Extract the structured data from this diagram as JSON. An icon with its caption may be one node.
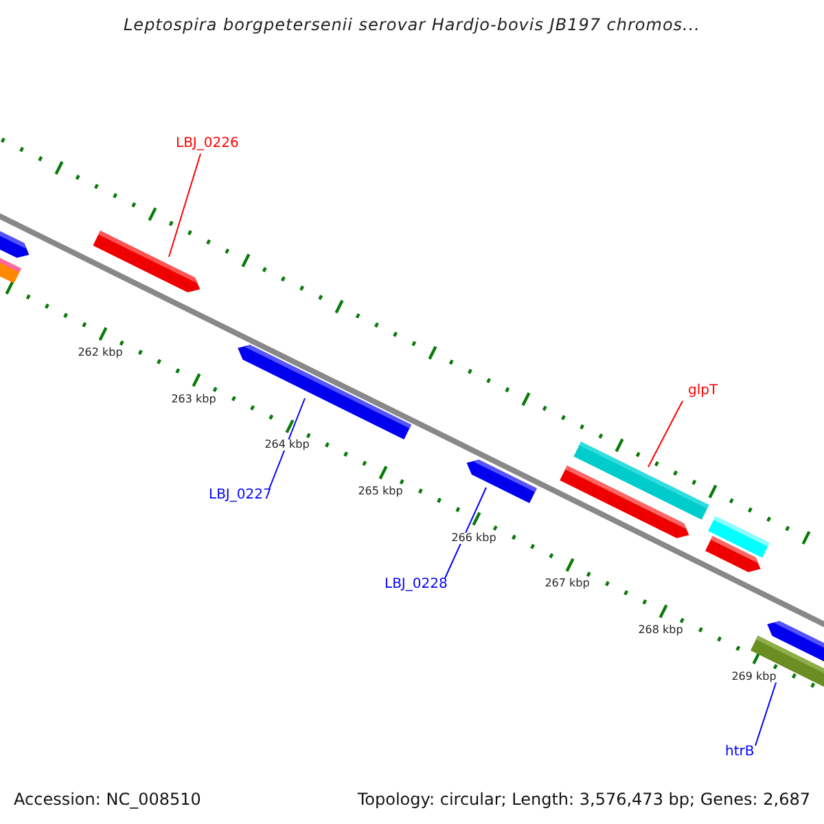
{
  "diagram": {
    "title": "Leptospira borgpetersenii serovar Hardjo-bovis JB197 chromos...",
    "nodes": [
      {
        "text": [
          "LBJ_0226"
        ]
      },
      {
        "text": [],
        "shape": "arrow"
      },
      {
        "text": [
          "glpT"
        ]
      },
      {
        "text": [],
        "shape": "bar"
      },
      {
        "text": [
          "LBJ_0227"
        ]
      },
      {
        "text": [],
        "shape": "arrow"
      },
      {
        "text": [
          "LBJ_0228"
        ]
      },
      {
        "text": [],
        "shape": "arrow"
      },
      {
        "text": [
          "htrB"
        ]
      },
      {
        "text": [],
        "shape": "bar"
      }
    ],
    "edges": [
      {
        "from": 0,
        "to": 1,
        "arrow": "none",
        "color": "#ff0000"
      },
      {
        "from": 2,
        "to": 3,
        "arrow": "none",
        "color": "#ff0000"
      },
      {
        "from": 4,
        "to": 5,
        "arrow": "none"
      },
      {
        "from": 6,
        "to": 7,
        "arrow": "none"
      },
      {
        "from": 8,
        "to": 9,
        "arrow": "none"
      }
    ],
    "labels": [
      "262 kbp",
      "263 kbp",
      "264 kbp",
      "265 kbp",
      "266 kbp",
      "267 kbp",
      "268 kbp",
      "269 kbp",
      "Accession: NC_008510",
      "Topology: circular; Length: 3,576,473 bp; Genes: 2,687"
    ]
  }
}
